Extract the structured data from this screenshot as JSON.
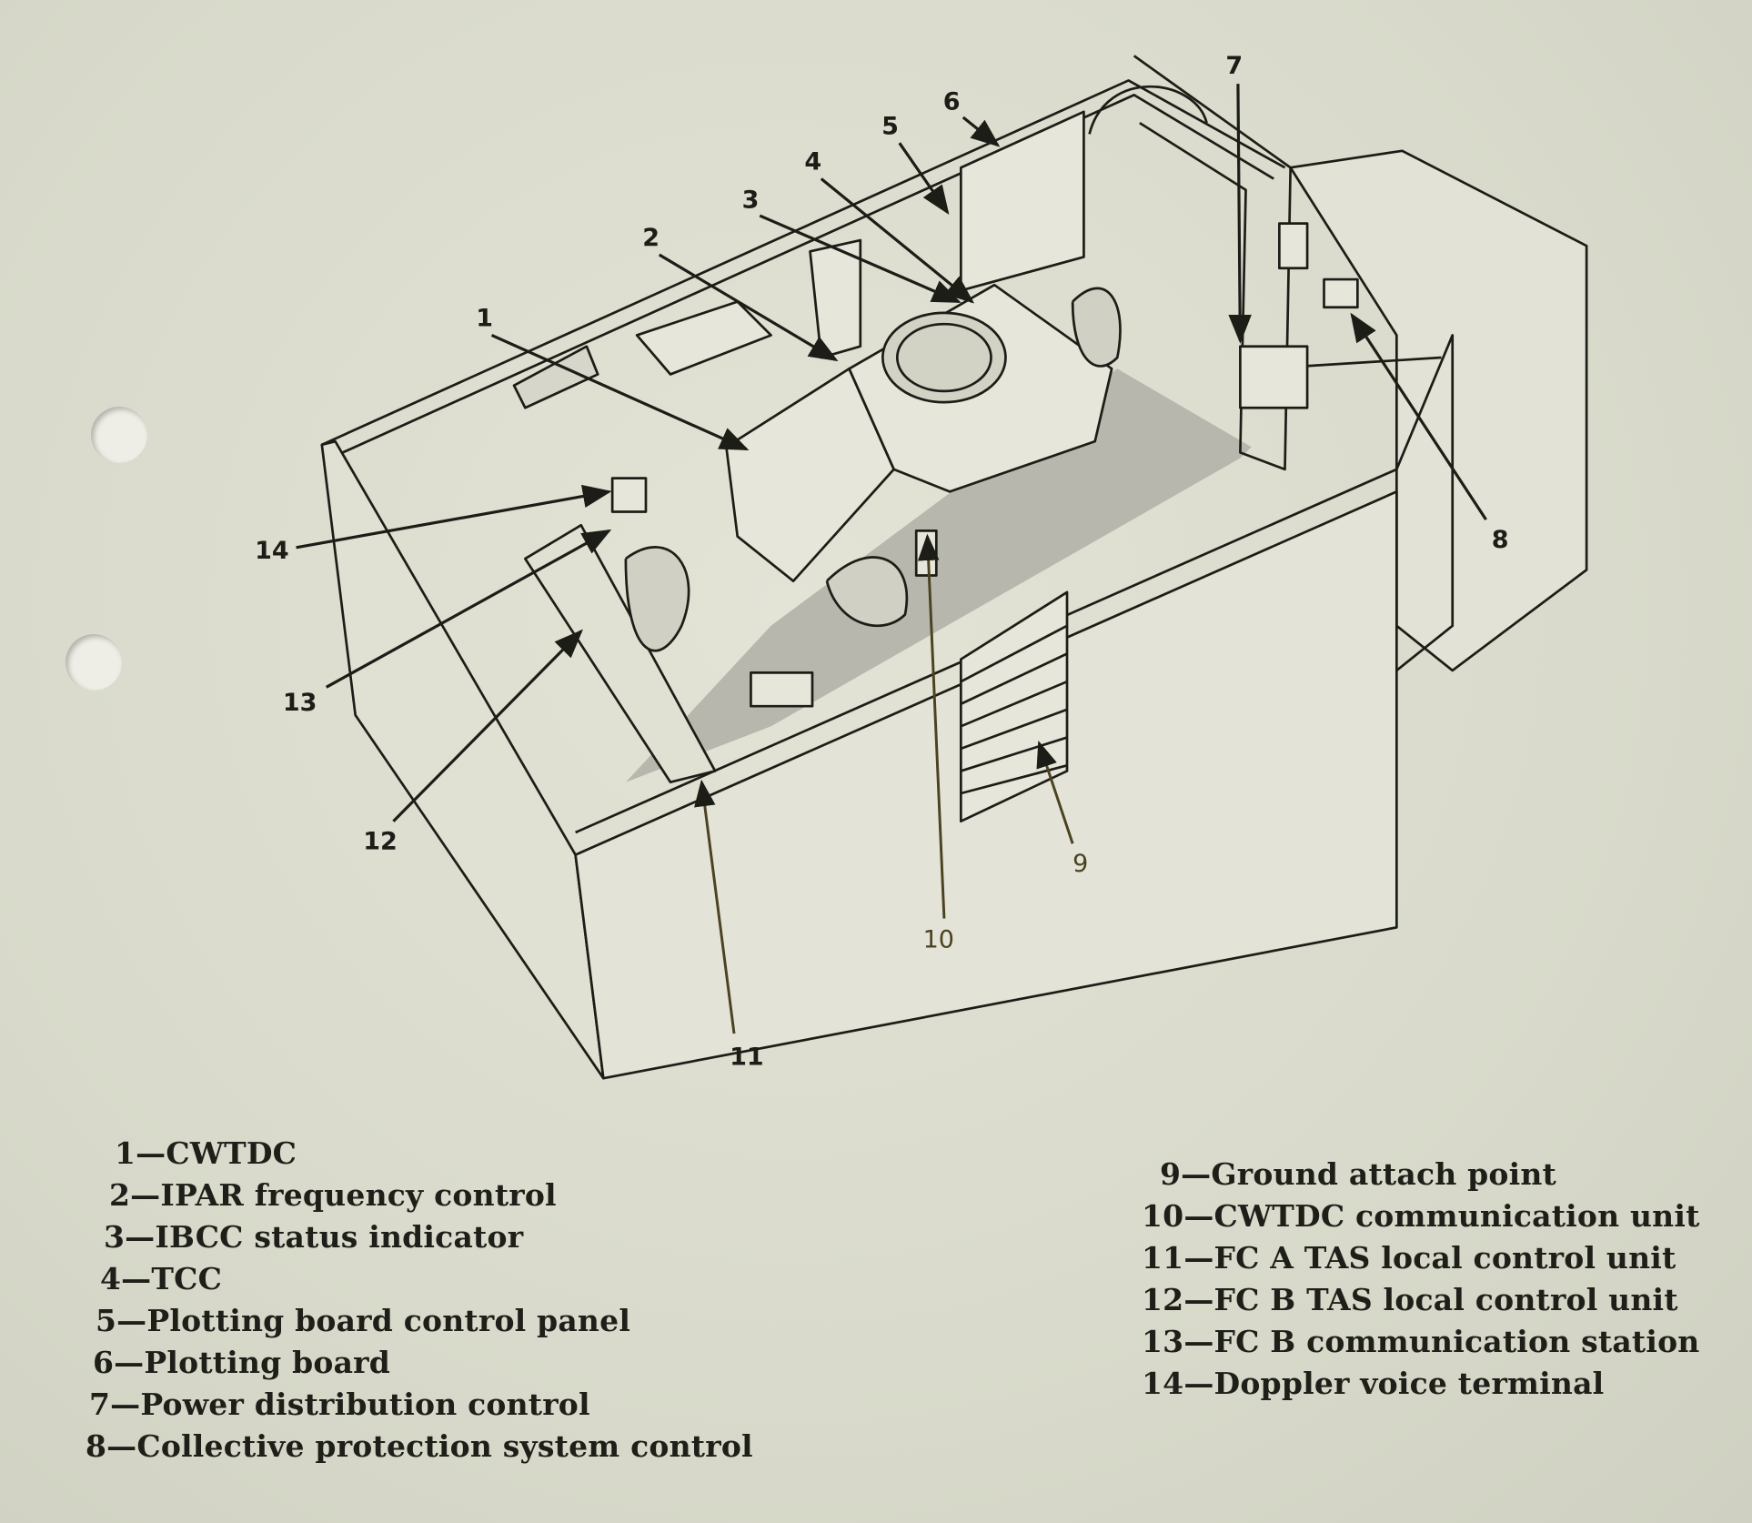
{
  "figure": {
    "callouts": [
      "1",
      "2",
      "3",
      "4",
      "5",
      "6",
      "7",
      "8",
      "9",
      "10",
      "11",
      "12",
      "13",
      "14"
    ],
    "legend_left": [
      "1—CWTDC",
      "2—IPAR frequency control",
      "3—IBCC status indicator",
      "4—TCC",
      "5—Plotting board control panel",
      "6—Plotting board",
      "7—Power distribution control",
      "8—Collective protection system control"
    ],
    "legend_right": [
      "9—Ground attach point",
      "10—CWTDC communication unit",
      "11—FC A TAS local control unit",
      "12—FC B TAS local control unit",
      "13—FC B communication station",
      "14—Doppler voice terminal"
    ]
  },
  "colors": {
    "paper": "#dcdccd",
    "ink": "#1d1d18",
    "floor": "#b5b5ab"
  }
}
